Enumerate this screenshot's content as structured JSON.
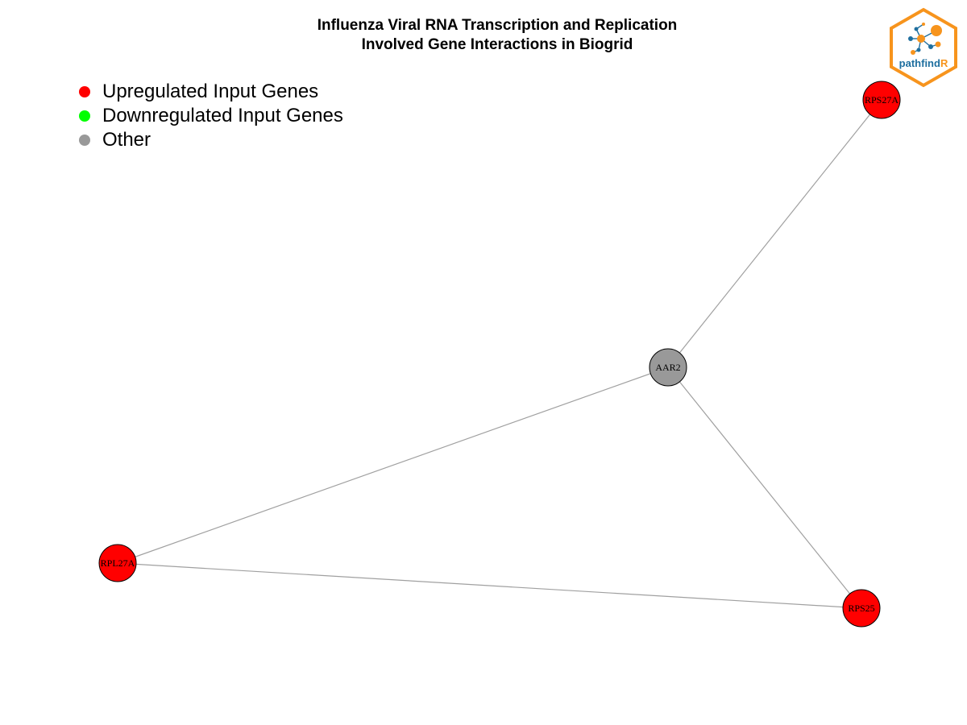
{
  "title": {
    "line1": "Influenza Viral RNA Transcription and Replication",
    "line2": "Involved Gene Interactions in Biogrid"
  },
  "legend": [
    {
      "label": "Upregulated Input Genes",
      "color": "#ff0000"
    },
    {
      "label": "Downregulated Input Genes",
      "color": "#00ff00"
    },
    {
      "label": "Other",
      "color": "#999999"
    }
  ],
  "nodes": [
    {
      "id": "AAR2",
      "label": "AAR2",
      "category": "Other",
      "color": "#999999"
    },
    {
      "id": "RPS27A",
      "label": "RPS27A",
      "category": "Upregulated Input Genes",
      "color": "#ff0000"
    },
    {
      "id": "RPL27A",
      "label": "RPL27A",
      "category": "Upregulated Input Genes",
      "color": "#ff0000"
    },
    {
      "id": "RPS25",
      "label": "RPS25",
      "category": "Upregulated Input Genes",
      "color": "#ff0000"
    }
  ],
  "edges": [
    {
      "source": "AAR2",
      "target": "RPS27A"
    },
    {
      "source": "AAR2",
      "target": "RPL27A"
    },
    {
      "source": "AAR2",
      "target": "RPS25"
    },
    {
      "source": "RPL27A",
      "target": "RPS25"
    }
  ],
  "colors": {
    "edge": "#a0a0a0",
    "node_border": "#000000",
    "logo_orange": "#f7941d",
    "logo_blue": "#1f6f9f"
  },
  "logo": {
    "name": "pathfindR",
    "text_main": "pathfind",
    "text_accent": "R"
  }
}
